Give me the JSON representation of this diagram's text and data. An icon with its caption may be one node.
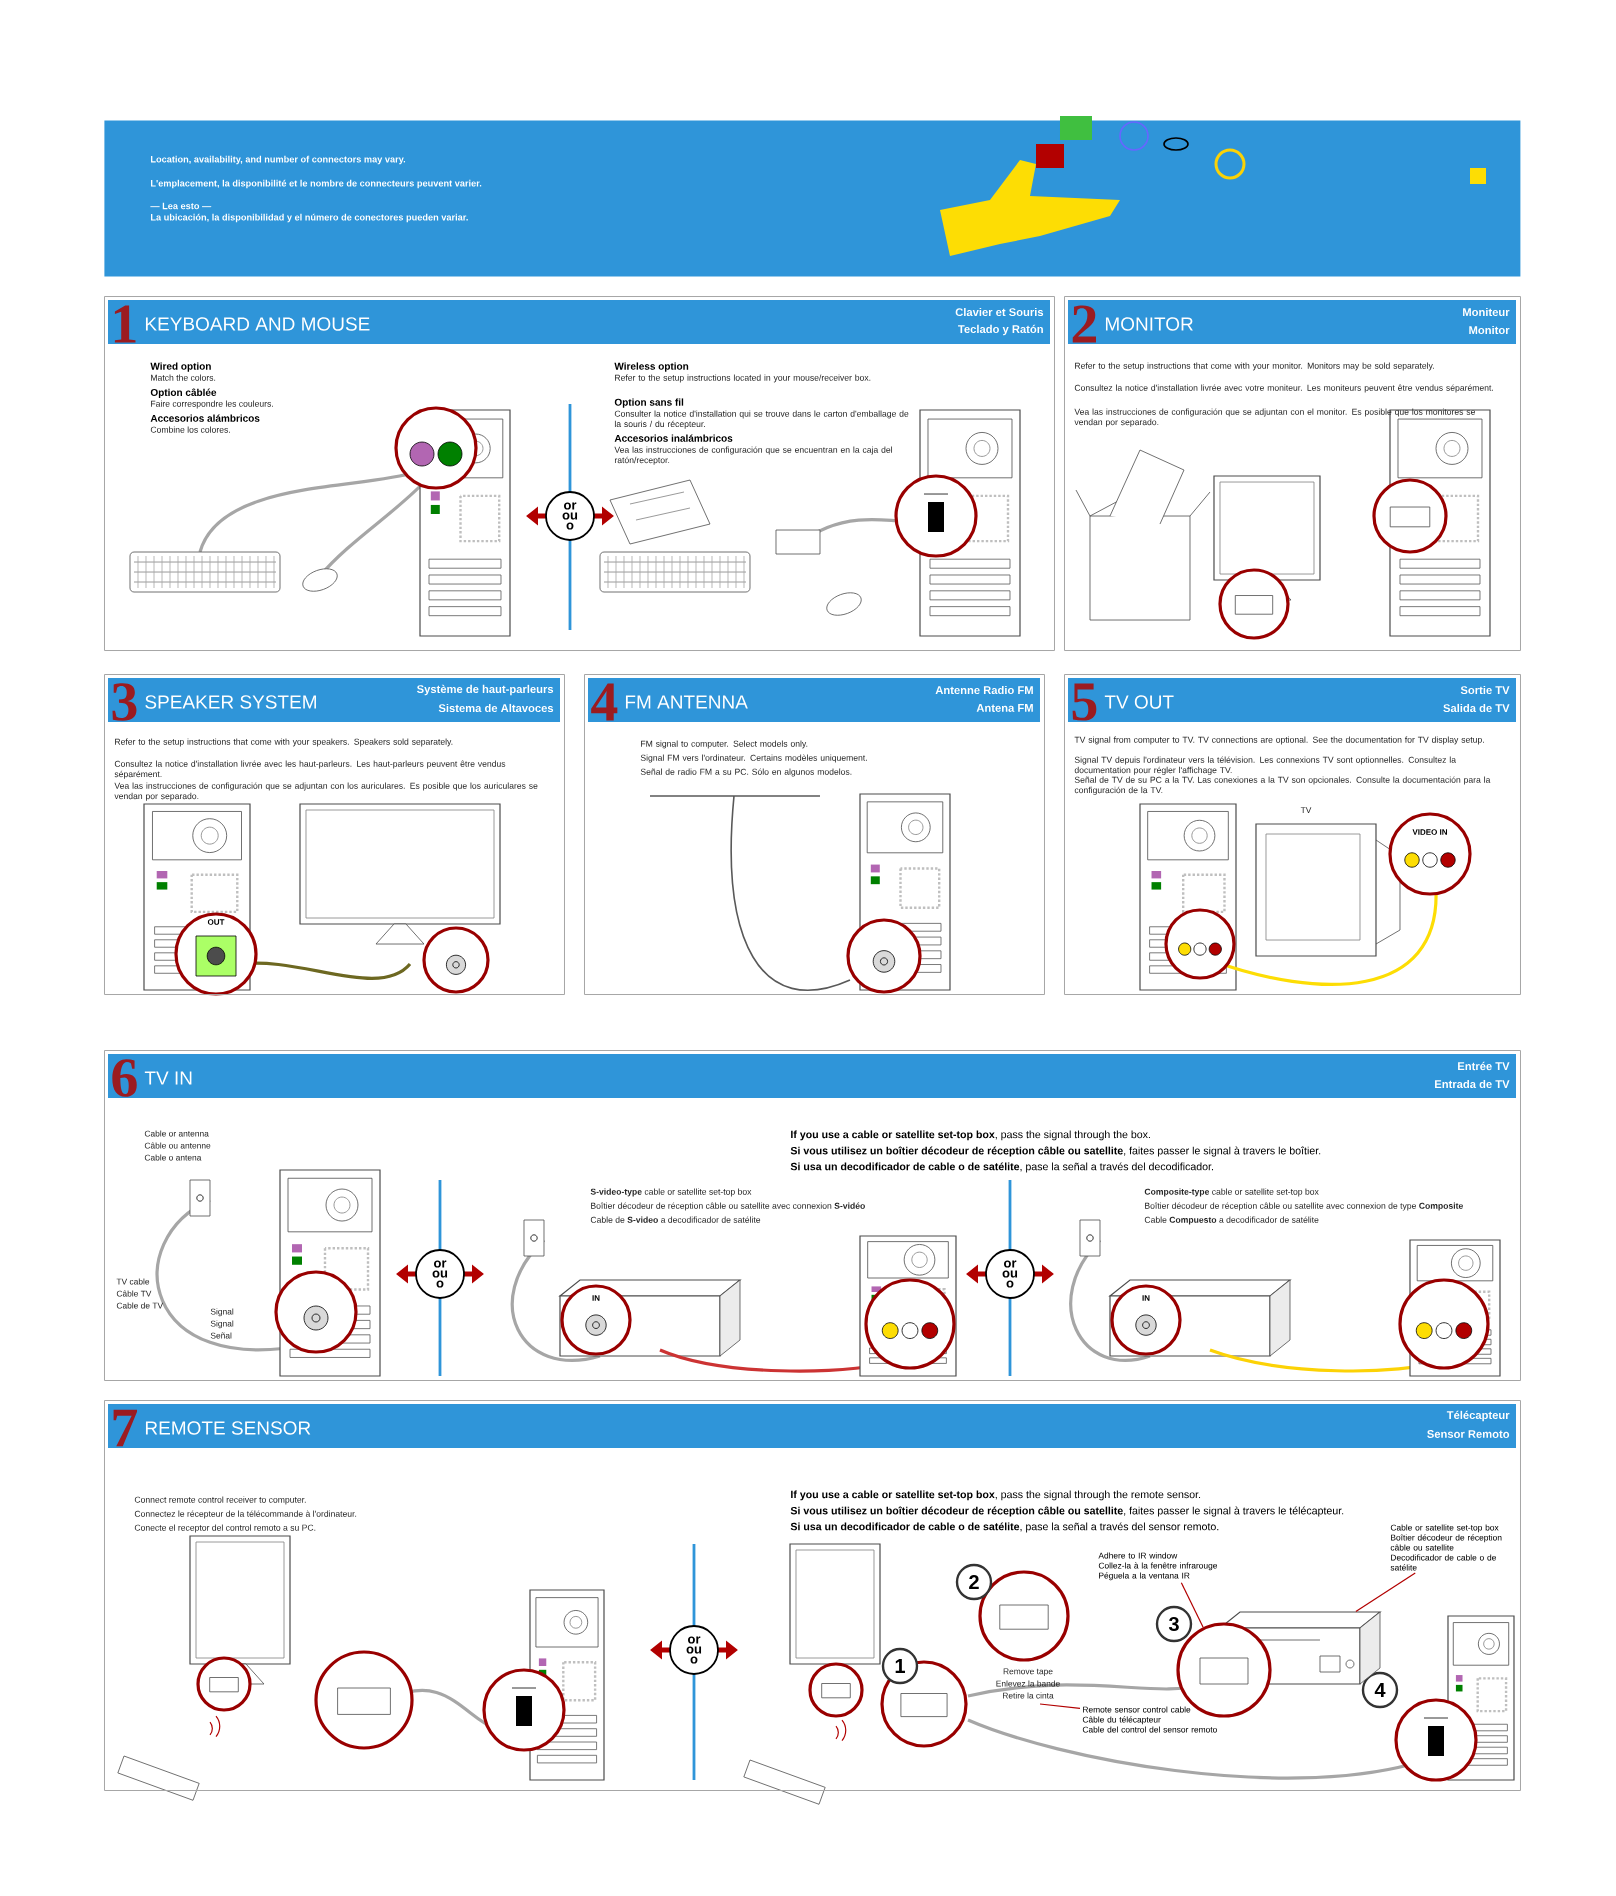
{
  "diagram": {
    "nodes": [
      {
        "text": [
          "Location, availability, and number of connectors may vary.",
          "L'emplacement, la disponibilité et le nombre de connecteurs peuvent varier.",
          "— Lea esto —",
          "La ubicación, la disponibilidad y el número de conectores pueden variar."
        ]
      },
      {
        "text": [
          "1",
          "KEYBOARD AND MOUSE",
          "Clavier et Souris",
          "Teclado y Ratón",
          "Wired option",
          "Match the colors.",
          "Option câblée",
          "Faire correspondre les couleurs.",
          "Accesorios alámbricos",
          "Combine los colores.",
          "Wireless option",
          "Refer to the setup instructions located in your mouse/receiver box.",
          "Option sans fil",
          "Consulter la notice d'installation qui se trouve dans le carton d'emballage de la souris / du récepteur.",
          "Accesorios inalámbricos",
          "Vea las instrucciones de configuración que se encuentran en la caja del ratón/receptor."
        ]
      },
      {
        "text": [
          "or",
          "ou",
          "o"
        ],
        "in": 1
      },
      {
        "text": [
          "2",
          "MONITOR",
          "Moniteur",
          "Monitor",
          "Refer to the setup instructions that come with your monitor. Monitors may be sold separately.",
          "Consultez la notice d'installation livrée avec votre moniteur. Les moniteurs peuvent être vendus séparément.",
          "Vea las instrucciones de configuración que se adjuntan con el monitor. Es posible que los monitores se vendan por separado."
        ]
      },
      {
        "text": [
          "3",
          "SPEAKER SYSTEM",
          "Système de haut-parleurs",
          "Sistema de Altavoces",
          "Refer to the setup instructions that come with your speakers. Speakers sold separately.",
          "Consultez la notice d'installation livrée avec les haut-parleurs. Les haut-parleurs peuvent être vendus séparément.",
          "Vea las instrucciones de configuración que se adjuntan con los auriculares. Es posible que los auriculares se vendan por separado."
        ]
      },
      {
        "text": [
          "4",
          "FM ANTENNA",
          "Antenne Radio FM",
          "Antena FM",
          "FM signal to computer. Select models only.",
          "Signal FM vers l'ordinateur. Certains modèles uniquement.",
          "Señal de radio FM a su PC. Sólo en algunos modelos."
        ]
      },
      {
        "text": [
          "5",
          "TV OUT",
          "Sortie TV",
          "Salida de TV",
          "TV signal from computer to TV. TV connections are optional. See the documentation for TV display setup.",
          "Signal TV depuis l'ordinateur vers la télévision. Les connexions TV sont optionnelles. Consultez la documentation pour régler l'affichage TV.",
          "Señal de TV de su PC a la TV. Las conexiones a la TV son opcionales. Consulte la documentación para la configuración de la TV.",
          "TV"
        ]
      },
      {
        "text": [
          "6",
          "TV IN",
          "Entrée TV",
          "Entrada de TV",
          "Cable or antenna",
          "Câble ou antenne",
          "Cable o antena",
          "TV cable",
          "Câble TV",
          "Cable de TV",
          "Signal",
          "Signal",
          "Señal",
          "**If you use a cable or satellite set-top box**, pass the signal through the box.",
          "**Si vous utilisez un boîtier décodeur de réception câble ou satellite**, faites passer le signal à travers le boîtier.",
          "**Si usa un decodificador de cable o de satélite**, pase la señal a través del decodificador.",
          "**S-video-type** cable or satellite set-top box",
          "Boîtier décodeur de réception câble ou satellite avec connexion **S-vidéo**",
          "Cable de **S-video** a decodificador de satélite",
          "**Composite-type** cable or satellite set-top box",
          "Boîtier décodeur de réception câble ou satellite avec connexion de type **Composite**",
          "Cable **Compuesto** a decodificador de satélite"
        ]
      },
      {
        "text": [
          "or",
          "ou",
          "o"
        ],
        "in": 7
      },
      {
        "text": [
          "or",
          "ou",
          "o"
        ],
        "in": 7
      },
      {
        "text": [
          "7",
          "REMOTE SENSOR",
          "Télécapteur",
          "Sensor Remoto",
          "Connect remote control receiver to computer.",
          "Connectez le récepteur de la télécommande à l'ordinateur.",
          "Conecte el receptor del control remoto a su PC.",
          "**If you use a cable or satellite set-top box**, pass the signal through the remote sensor.",
          "**Si vous utilisez un boîtier décodeur de réception câble ou satellite**, faites passer le signal à travers le télécapteur.",
          "**Si usa un decodificador de cable o de satélite**, pase la señal a través del sensor remoto.",
          "Remove tape",
          "Enlevez la bande",
          "Retire la cinta"
        ]
      },
      {
        "text": [
          "or",
          "ou",
          "o"
        ],
        "in": 10
      },
      {
        "text": [
          "1"
        ],
        "in": 10
      },
      {
        "text": [
          "2"
        ],
        "in": 10
      },
      {
        "text": [
          "3"
        ],
        "in": 10
      },
      {
        "text": [
          "4"
        ],
        "in": 10
      },
      {
        "text": [
          "Adhere to IR window",
          "Collez-la à la fenêtre infrarouge",
          "Péguela a la ventana IR"
        ],
        "in": 10
      },
      {
        "text": [
          "Remote sensor control cable",
          "Câble du télécapteur",
          "Cable del control del sensor remoto"
        ],
        "in": 10
      },
      {
        "text": [
          "Cable or satellite set-top box",
          "Boîtier décodeur de réception câble ou satellite",
          "Decodificador de cable o de satélite"
        ],
        "in": 10
      },
      {
        "text": [],
        "shape": "box",
        "in": 10
      },
      {
        "text": [],
        "shape": "circle",
        "in": 10
      }
    ],
    "edges": [
      {
        "from": 16,
        "to": 20,
        "arrow": "none"
      },
      {
        "from": 17,
        "to": null,
        "arrow": "none"
      },
      {
        "from": 18,
        "to": 19,
        "arrow": "none"
      }
    ],
    "labels": [
      "OUT",
      "VIDEO IN",
      "IN",
      "IN"
    ]
  }
}
